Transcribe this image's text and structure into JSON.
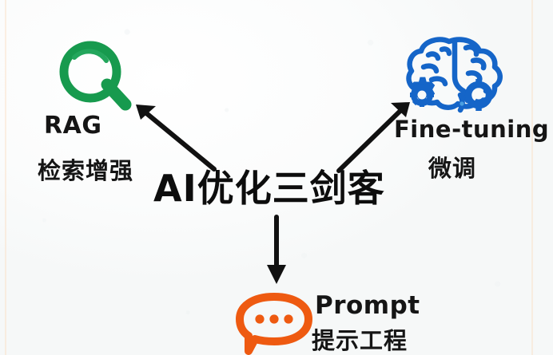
{
  "diagram": {
    "title_center": "AI优化三剑客",
    "background_color": "#f7f9f9",
    "arrow_color": "#111111",
    "edge_line_color": "#fae2cd",
    "nodes": [
      {
        "id": "rag",
        "icon": "magnifying-glass-icon",
        "icon_color": "#179a4e",
        "label_en": "RAG",
        "label_cn": "检索增强",
        "arrow": "up-left"
      },
      {
        "id": "fine-tuning",
        "icon": "brain-gears-icon",
        "icon_color": "#1565c8",
        "label_en": "Fine-tuning",
        "label_cn": "微调",
        "arrow": "up-right"
      },
      {
        "id": "prompt",
        "icon": "speech-bubble-icon",
        "icon_color": "#ee5a11",
        "label_en": "Prompt",
        "label_cn": "提示工程",
        "arrow": "down"
      }
    ]
  }
}
